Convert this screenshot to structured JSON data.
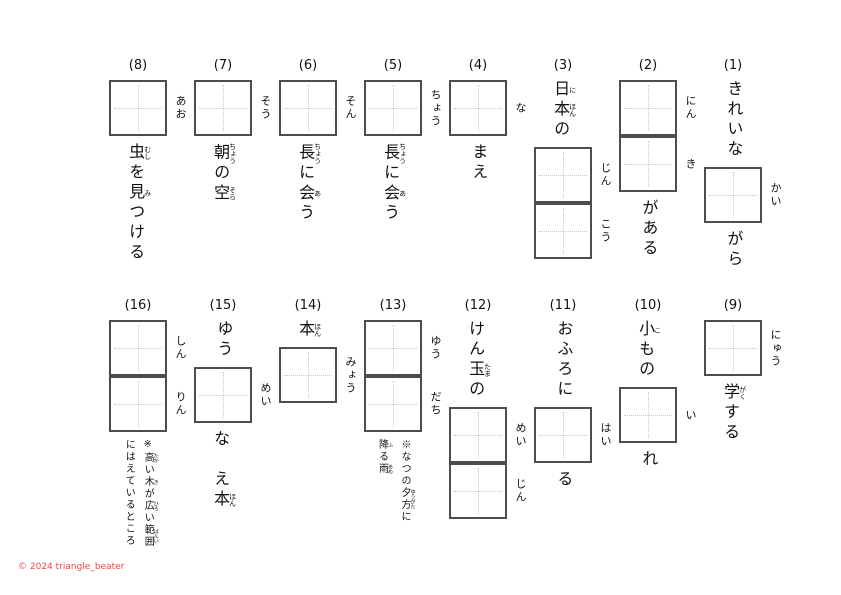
{
  "page": {
    "copyright": "© 2024 triangle_beater",
    "copyright_color": "#f0473f",
    "box_border_color": "#4d4d4d",
    "guide_line_color": "#c7c7c7",
    "text_color": "#111111"
  },
  "problems": [
    {
      "number": "(1)",
      "segments": [
        {
          "type": "text",
          "runs": [
            {
              "b": "きれいな"
            }
          ]
        },
        {
          "type": "boxes",
          "readings": [
            "かい"
          ]
        },
        {
          "type": "text",
          "runs": [
            {
              "b": "がら"
            }
          ]
        }
      ]
    },
    {
      "number": "(2)",
      "segments": [
        {
          "type": "boxes",
          "readings": [
            "にん",
            "き"
          ]
        },
        {
          "type": "text",
          "runs": [
            {
              "b": "がある"
            }
          ]
        }
      ]
    },
    {
      "number": "(3)",
      "segments": [
        {
          "type": "text",
          "runs": [
            {
              "b": "日",
              "r": "に"
            },
            {
              "b": "本",
              "r": "ほん"
            },
            {
              "b": "の"
            }
          ]
        },
        {
          "type": "boxes",
          "readings": [
            "じん",
            "こう"
          ]
        }
      ]
    },
    {
      "number": "(4)",
      "segments": [
        {
          "type": "boxes",
          "readings": [
            "な"
          ]
        },
        {
          "type": "text",
          "runs": [
            {
              "b": "まえ"
            }
          ]
        }
      ]
    },
    {
      "number": "(5)",
      "segments": [
        {
          "type": "boxes",
          "readings": [
            "ちょう"
          ]
        },
        {
          "type": "text",
          "runs": [
            {
              "b": "長",
              "r": "ちょう"
            },
            {
              "b": "に"
            },
            {
              "b": "会",
              "r": "あ"
            },
            {
              "b": "う"
            }
          ]
        }
      ]
    },
    {
      "number": "(6)",
      "segments": [
        {
          "type": "boxes",
          "readings": [
            "そん"
          ]
        },
        {
          "type": "text",
          "runs": [
            {
              "b": "長",
              "r": "ちょう"
            },
            {
              "b": "に"
            },
            {
              "b": "会",
              "r": "あ"
            },
            {
              "b": "う"
            }
          ]
        }
      ]
    },
    {
      "number": "(7)",
      "segments": [
        {
          "type": "boxes",
          "readings": [
            "そう"
          ]
        },
        {
          "type": "text",
          "runs": [
            {
              "b": "朝",
              "r": "ちょう"
            },
            {
              "b": "の"
            },
            {
              "b": "空",
              "r": "そら"
            }
          ]
        }
      ]
    },
    {
      "number": "(8)",
      "segments": [
        {
          "type": "boxes",
          "readings": [
            "あお"
          ]
        },
        {
          "type": "text",
          "runs": [
            {
              "b": "虫",
              "r": "むし"
            },
            {
              "b": "を"
            },
            {
              "b": "見",
              "r": "み"
            },
            {
              "b": "つける"
            }
          ]
        }
      ]
    },
    {
      "number": "(9)",
      "segments": [
        {
          "type": "boxes",
          "readings": [
            "にゅう"
          ]
        },
        {
          "type": "text",
          "runs": [
            {
              "b": "学",
              "r": "がく"
            },
            {
              "b": "する"
            }
          ]
        }
      ]
    },
    {
      "number": "(10)",
      "segments": [
        {
          "type": "text",
          "runs": [
            {
              "b": "小",
              "r": "こ"
            },
            {
              "b": "もの"
            }
          ]
        },
        {
          "type": "boxes",
          "readings": [
            "い"
          ]
        },
        {
          "type": "text",
          "runs": [
            {
              "b": "れ"
            }
          ]
        }
      ]
    },
    {
      "number": "(11)",
      "segments": [
        {
          "type": "text",
          "runs": [
            {
              "b": "おふろに"
            }
          ]
        },
        {
          "type": "boxes",
          "readings": [
            "はい"
          ]
        },
        {
          "type": "text",
          "runs": [
            {
              "b": "る"
            }
          ]
        }
      ]
    },
    {
      "number": "(12)",
      "segments": [
        {
          "type": "text",
          "runs": [
            {
              "b": "けん"
            },
            {
              "b": "玉",
              "r": "たま"
            },
            {
              "b": "の"
            }
          ]
        },
        {
          "type": "boxes",
          "readings": [
            "めい",
            "じん"
          ]
        }
      ]
    },
    {
      "number": "(13)",
      "segments": [
        {
          "type": "boxes",
          "readings": [
            "ゆう",
            "だち"
          ]
        },
        {
          "type": "note",
          "lines": [
            [
              {
                "b": "※なつの"
              },
              {
                "b": "夕方",
                "r": "ゆうがた"
              },
              {
                "b": "に"
              }
            ],
            [
              {
                "b": "降",
                "r": "ふ"
              },
              {
                "b": "る"
              },
              {
                "b": "雨",
                "r": "あめ"
              }
            ]
          ]
        }
      ]
    },
    {
      "number": "(14)",
      "segments": [
        {
          "type": "text",
          "runs": [
            {
              "b": "本",
              "r": "ほん"
            }
          ]
        },
        {
          "type": "boxes",
          "readings": [
            "みょう"
          ]
        }
      ]
    },
    {
      "number": "(15)",
      "segments": [
        {
          "type": "text",
          "runs": [
            {
              "b": "ゆう"
            }
          ]
        },
        {
          "type": "boxes",
          "readings": [
            "めい"
          ]
        },
        {
          "type": "text",
          "runs": [
            {
              "b": "な"
            },
            {
              "b": "　"
            },
            {
              "b": "え"
            },
            {
              "b": "本",
              "r": "ほん"
            }
          ]
        }
      ]
    },
    {
      "number": "(16)",
      "segments": [
        {
          "type": "boxes",
          "readings": [
            "しん",
            "りん"
          ]
        },
        {
          "type": "note",
          "lines": [
            [
              {
                "b": "※"
              },
              {
                "b": "高",
                "r": "たか"
              },
              {
                "b": "い"
              },
              {
                "b": "木",
                "r": "き"
              },
              {
                "b": "が"
              },
              {
                "b": "広",
                "r": "ひろ"
              },
              {
                "b": "い"
              },
              {
                "b": "範囲",
                "r": "はんい"
              }
            ],
            [
              {
                "b": "にはえているところ"
              }
            ]
          ]
        }
      ]
    }
  ]
}
